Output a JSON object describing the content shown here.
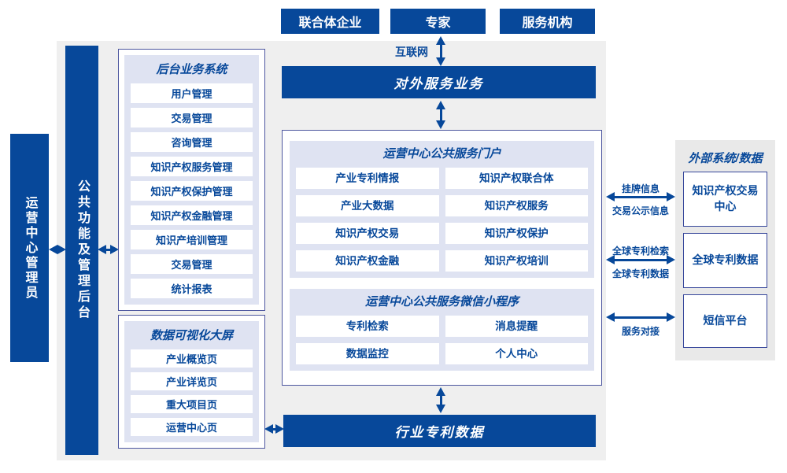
{
  "top_actors": [
    "联合体企业",
    "专家",
    "服务机构"
  ],
  "internet_label": "互联网",
  "bars": {
    "external_service": "对外服务业务",
    "industry_patent_data": "行业专利数据"
  },
  "left": {
    "admin_bar": "运营中心管理员",
    "common_backend_bar": "公共功能及管理后台",
    "backend_system": {
      "title": "后台业务系统",
      "items": [
        "用户管理",
        "交易管理",
        "咨询管理",
        "知识产权服务管理",
        "知识产权保护管理",
        "知识产权金融管理",
        "知识产培训管理",
        "交易管理",
        "统计报表"
      ]
    },
    "dashboard": {
      "title": "数据可视化大屏",
      "items": [
        "产业概览页",
        "产业详览页",
        "重大项目页",
        "运营中心页"
      ]
    }
  },
  "center": {
    "portal": {
      "title": "运营中心公共服务门户",
      "items": [
        "产业专利情报",
        "知识产权联合体",
        "产业大数据",
        "知识产权服务",
        "知识产权交易",
        "知识产权保护",
        "知识产权金融",
        "知识产权培训"
      ]
    },
    "miniprogram": {
      "title": "运营中心公共服务微信小程序",
      "items": [
        "专利检索",
        "消息提醒",
        "数据监控",
        "个人中心"
      ]
    }
  },
  "right": {
    "title": "外部系统/数据",
    "systems": [
      "知识产权交易中心",
      "全球专利数据",
      "短信平台"
    ],
    "links": [
      {
        "above": "挂牌信息",
        "below": "交易公示信息"
      },
      {
        "above": "全球专利检索",
        "below": "全球专利数据"
      },
      {
        "below": "服务对接"
      }
    ]
  },
  "colors": {
    "primary_blue": "#07489a",
    "panel_fill": "#dfe3f2",
    "background_gray": "#efefef",
    "panel_border": "#4d579f"
  }
}
